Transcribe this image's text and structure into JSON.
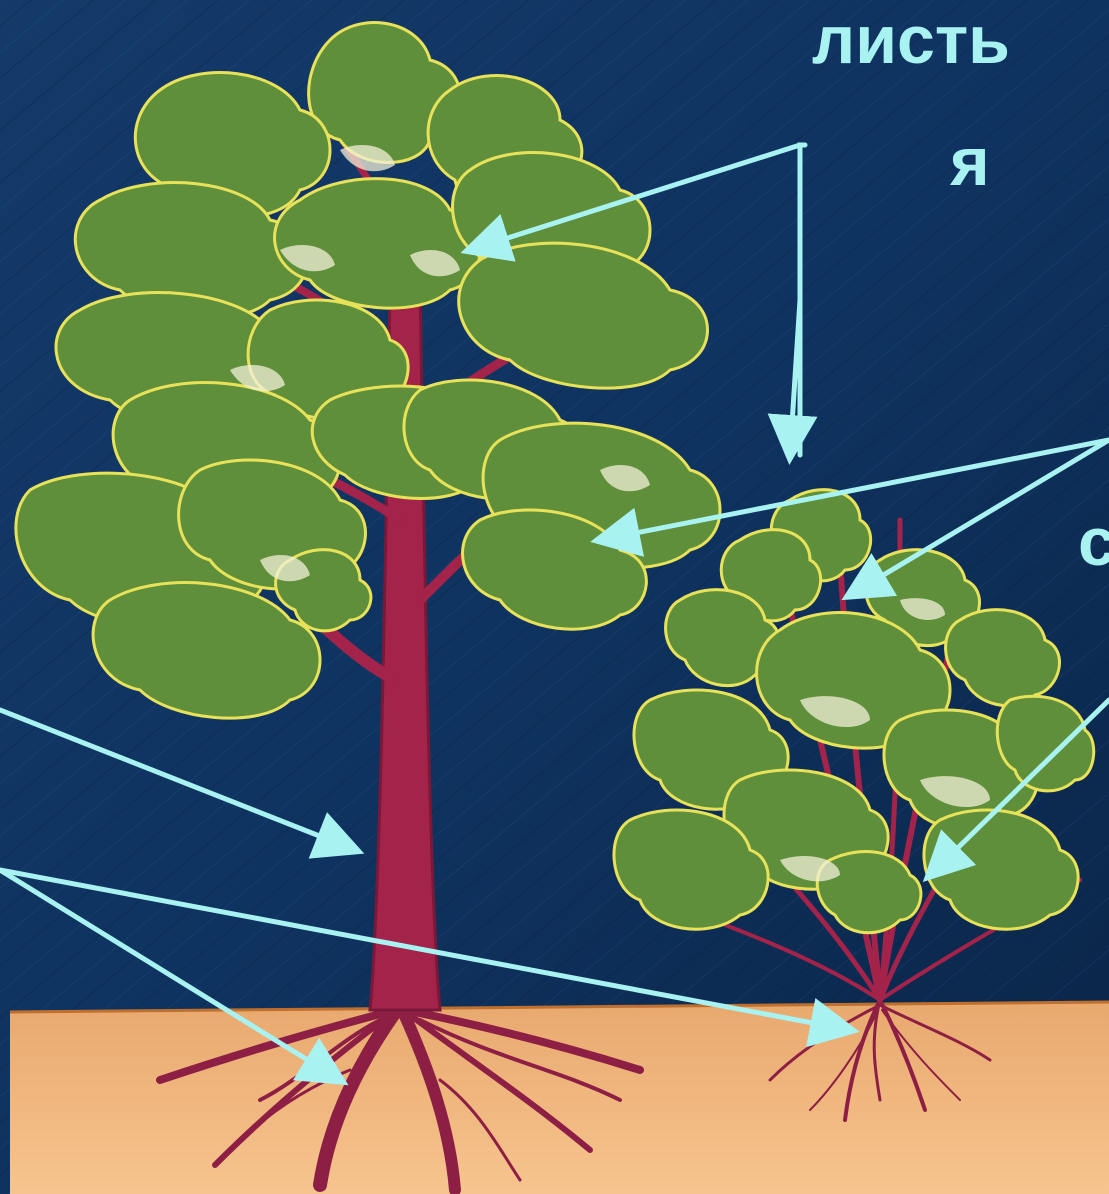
{
  "labels": {
    "leaves_line1": "листь",
    "leaves_line2": "я",
    "right_partial": "с"
  },
  "colors": {
    "background": "#0b2a52",
    "label_text": "#a9f2f2",
    "arrow": "#a9f2f2",
    "soil": "#f2b87c",
    "foliage": "#5f8f3a",
    "trunk": "#a3234a"
  }
}
